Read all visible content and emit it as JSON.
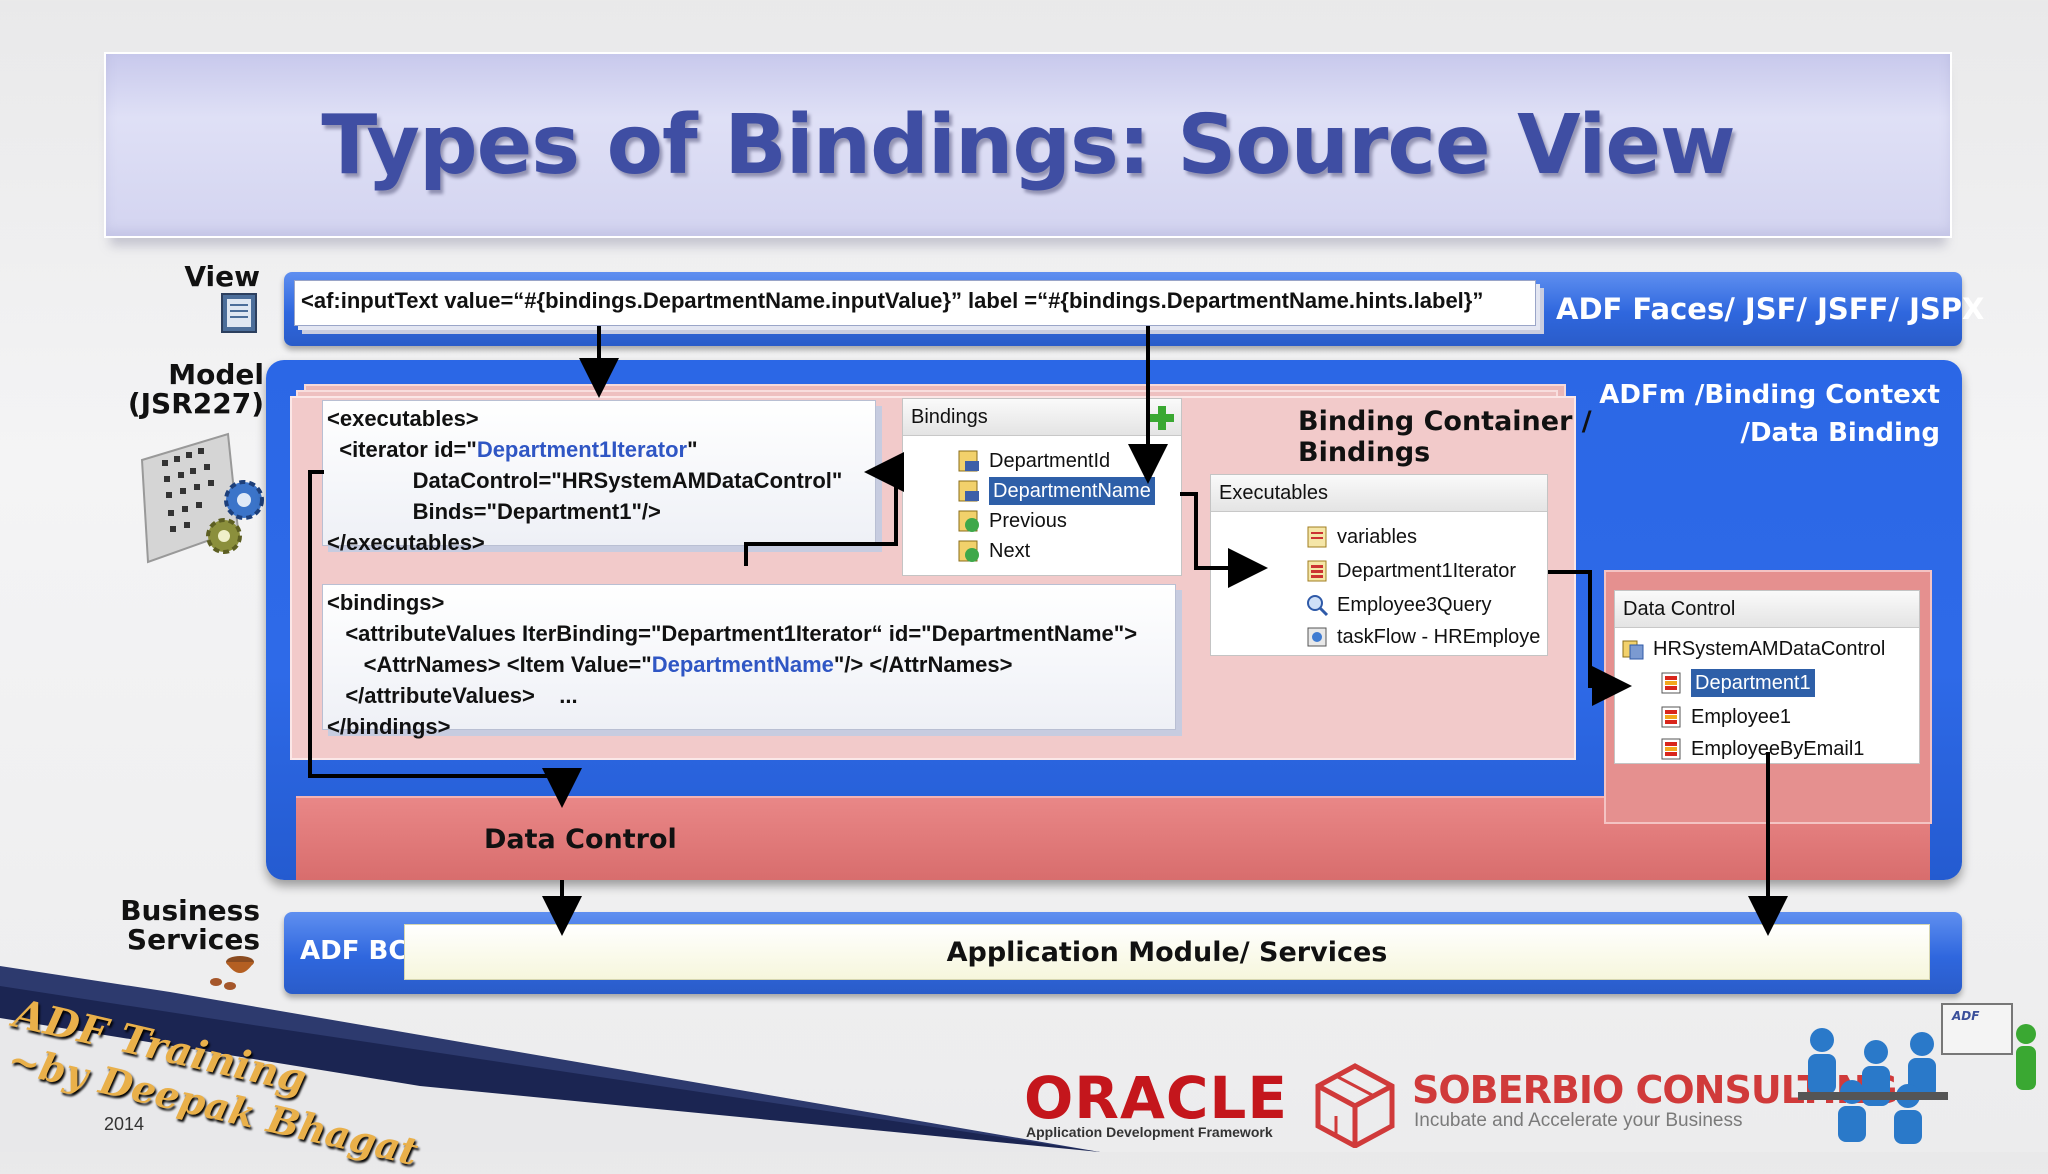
{
  "title": "Types of Bindings: Source View",
  "layers": {
    "view": "View",
    "model_line1": "Model",
    "model_line2": "(JSR227)",
    "business_line1": "Business",
    "business_line2": "Services"
  },
  "view_band": {
    "code": "<af:inputText value=“#{bindings.DepartmentName.inputValue}” label =“#{bindings.DepartmentName.hints.label}”",
    "label": "ADF Faces/ JSF/ JSFF/ JSPX"
  },
  "model_band": {
    "label_line1": "ADFm /Binding Context",
    "label_line2": "/Data Binding",
    "binding_container_line1": "Binding Container /",
    "binding_container_line2": "Bindings"
  },
  "executables_code": {
    "l1": "<executables>",
    "l2a": "  <iterator id=\"",
    "l2b": "Department1Iterator",
    "l2c": "\"",
    "l3": "              DataControl=\"HRSystemAMDataControl\"",
    "l4": "              Binds=\"Department1\"/>",
    "l5": "</executables>"
  },
  "bindings_code": {
    "l1": "<bindings>",
    "l2": "   <attributeValues IterBinding=\"Department1Iterator“ id=\"DepartmentName\">",
    "l3a": "      <AttrNames> <Item Value=\"",
    "l3b": "DepartmentName",
    "l3c": "\"/> </AttrNames>",
    "l4": "   </attributeValues>    ...",
    "l5": "</bindings>"
  },
  "bindings_panel": {
    "header": "Bindings",
    "items": [
      "DepartmentId",
      "DepartmentName",
      "Previous",
      "Next"
    ]
  },
  "executables_panel": {
    "header": "Executables",
    "items": [
      "variables",
      "Department1Iterator",
      "Employee3Query",
      "taskFlow - HREmploye"
    ]
  },
  "data_control_panel": {
    "header": "Data Control",
    "root": "HRSystemAMDataControl",
    "items": [
      "Department1",
      "Employee1",
      "EmployeeByEmail1"
    ]
  },
  "data_control_band": "Data Control",
  "business_band": {
    "label": "ADF BC",
    "box": "Application Module/ Services"
  },
  "footer": {
    "training_line1": "ADF Training",
    "training_line2": "~by Deepak Bhagat",
    "year": "2014",
    "oracle": "ORACLE",
    "oracle_sub": "Application Development Framework",
    "company": "SOBERBIO CONSULTING",
    "tagline": "Incubate and Accelerate your Business",
    "adf_badge": "ADF"
  },
  "colors": {
    "title": "#3f4ea3",
    "band_blue": "#2f67de",
    "pink": "#f2caca",
    "data_control_red": "#d86d6d",
    "highlight_blue": "#2f56c4",
    "oracle_red": "#c4161c"
  }
}
